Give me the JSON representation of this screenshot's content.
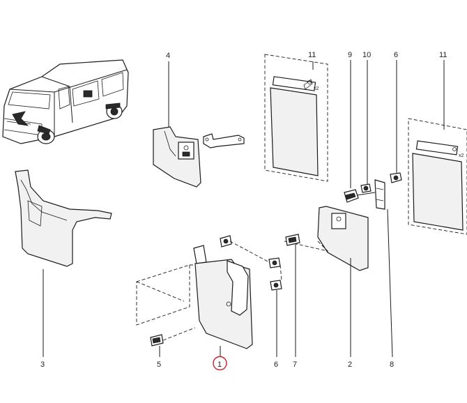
{
  "callouts": [
    {
      "id": "c1",
      "label": "1",
      "highlighted": true
    },
    {
      "id": "c2",
      "label": "2"
    },
    {
      "id": "c3",
      "label": "3"
    },
    {
      "id": "c4",
      "label": "4"
    },
    {
      "id": "c5",
      "label": "5"
    },
    {
      "id": "c6a",
      "label": "6"
    },
    {
      "id": "c6b",
      "label": "6"
    },
    {
      "id": "c7",
      "label": "7"
    },
    {
      "id": "c8",
      "label": "8"
    },
    {
      "id": "c9",
      "label": "9"
    },
    {
      "id": "c10",
      "label": "10"
    },
    {
      "id": "c11a",
      "label": "11"
    },
    {
      "id": "c11b",
      "label": "11"
    }
  ],
  "quantity_marks": [
    "x2",
    "x2"
  ],
  "colors": {
    "highlight": "#c8202a",
    "line": "#1a1a1a"
  }
}
